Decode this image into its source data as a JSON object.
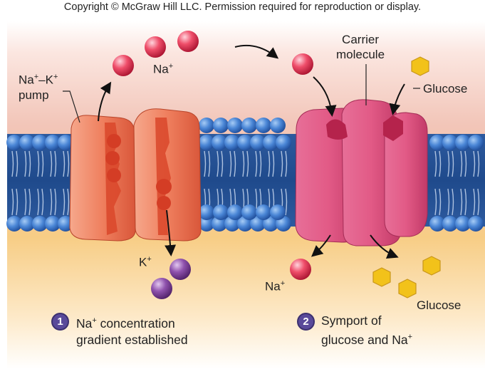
{
  "copyright": "Copyright © McGraw Hill LLC. Permission required for reproduction or display.",
  "labels": {
    "pump_line1_main": "Na",
    "pump_line1_sup1": "+",
    "pump_line1_dash": "–K",
    "pump_line1_sup2": "+",
    "pump_line2": "pump",
    "na_top_main": "Na",
    "na_top_sup": "+",
    "carrier_line1": "Carrier",
    "carrier_line2": "molecule",
    "glucose_top": "Glucose",
    "k_main": "K",
    "k_sup": "+",
    "na_bottom_main": "Na",
    "na_bottom_sup": "+",
    "glucose_bottom": "Glucose"
  },
  "steps": [
    {
      "number": "1",
      "line1_main": "Na",
      "line1_sup": "+",
      "line1_rest": " concentration",
      "line2": "gradient established"
    },
    {
      "number": "2",
      "line1": "Symport of",
      "line2_main": "glucose and Na",
      "line2_sup": "+"
    }
  ],
  "colors": {
    "sodium": "#e0344f",
    "potassium": "#7a3e96",
    "glucose": "#f2c21a",
    "pump": "#f08a68",
    "carrier": "#e25a86",
    "phospholipid_head": "#3f7fd0"
  }
}
